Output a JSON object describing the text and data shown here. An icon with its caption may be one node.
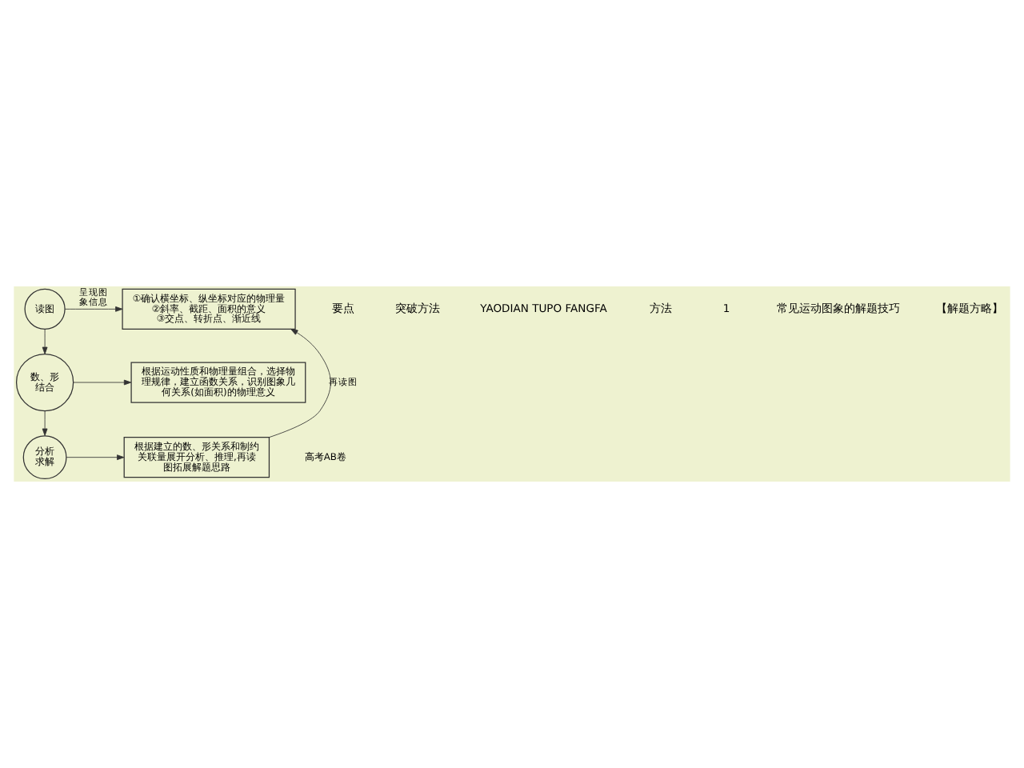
{
  "diagram": {
    "nodes": [
      {
        "text": [
          "读图"
        ]
      },
      {
        "text": [
          "①确认横坐标、纵坐标对应的物理量 ②斜率、截距、面积的意义 ③交点、转折点、渐近线"
        ]
      },
      {
        "text": [
          "数、形结合"
        ]
      },
      {
        "text": [
          "根据运动性质和物理量组合，选择物理规律，建立函数关系，识别图象几何关系(如面积)的物理意义"
        ]
      },
      {
        "text": [
          "分析求解"
        ]
      },
      {
        "text": [
          "根据建立的数、形关系和制约关联量展开分析、推理,再读图拓展解题思路"
        ]
      }
    ],
    "edges": [
      {
        "from": 0,
        "to": 1,
        "arrow": "to",
        "label": "呈现图象信息"
      },
      {
        "from": 0,
        "to": 2,
        "arrow": "to"
      },
      {
        "from": 2,
        "to": 3,
        "arrow": "to"
      },
      {
        "from": 2,
        "to": 4,
        "arrow": "to"
      },
      {
        "from": 4,
        "to": 5,
        "arrow": "to"
      },
      {
        "from": 5,
        "to": 1,
        "arrow": "to",
        "label": "再读图"
      }
    ],
    "labels": [
      "要点",
      "突破方法",
      "YAODIAN TUPO FANGFA",
      "方法",
      "1",
      "常见运动图象的解题技巧",
      "【解题方略】",
      "高考AB卷"
    ]
  }
}
